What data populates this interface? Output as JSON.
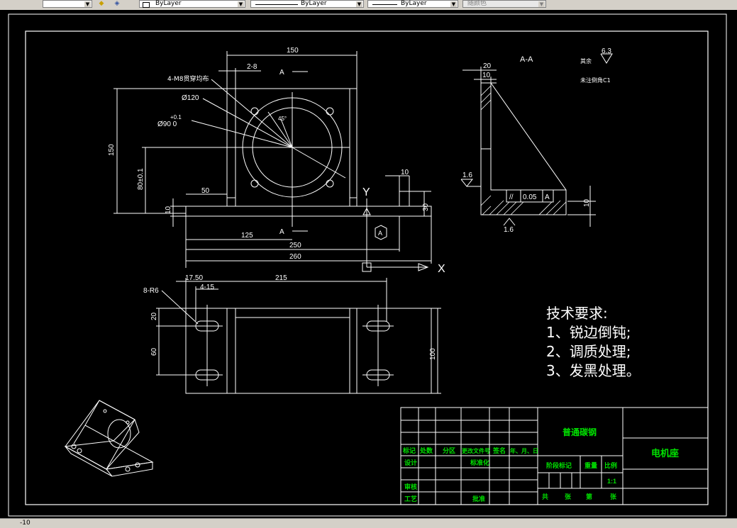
{
  "toolbar": {
    "arrow_glyph": "▼",
    "color_layer": "ByLayer",
    "linetype": "ByLayer",
    "lineweight": "ByLayer",
    "plot_style": "随颜色"
  },
  "drawing": {
    "front_view": {
      "dim_width": "150",
      "dim_offset": "2-8",
      "section_mark": "A",
      "hole_note": "4-M8贯穿均布",
      "dim_bolt_circle": "Ø120",
      "dim_bore_tol": "+0.1",
      "dim_bore": "Ø90 0",
      "dim_angle": "45°",
      "dim_height": "150",
      "dim_center_height": "80±0.1",
      "dim_base_len": "50",
      "dim_base_thk": "10",
      "dim_125": "125",
      "dim_250": "250",
      "dim_260": "260",
      "dim_10_right": "10",
      "dim_30": "30",
      "axis_y": "Y",
      "axis_x": "X",
      "datum": "A"
    },
    "section_view": {
      "title": "A-A",
      "dim_20": "20",
      "dim_10": "10",
      "roughness_note": "其余",
      "roughness_value": "6.3",
      "chamfer_note": "未注倒角C1",
      "roughness_16_a": "1.6",
      "roughness_16_b": "1.6",
      "parallel_sym": "//",
      "tolerance": "0.05",
      "datum_ref": "A",
      "dim_10_base": "10"
    },
    "top_view": {
      "slot_note": "8-R6",
      "dim_1750": "17.50",
      "dim_415": "4-15",
      "dim_215": "215",
      "dim_20": "20",
      "dim_60": "60",
      "dim_100": "100"
    },
    "tech_requirements": {
      "title": "技术要求:",
      "items": [
        "1、锐边倒钝;",
        "2、调质处理;",
        "3、发黑处理。"
      ]
    },
    "title_block": {
      "material": "普通碳钢",
      "part_name": "电机座",
      "h1": "标记",
      "h2": "处数",
      "h3": "分区",
      "h4": "更改文件号",
      "h5": "签名",
      "h6": "年、月、日",
      "design": "设计",
      "standard": "标准化",
      "review": "审核",
      "process": "工艺",
      "approve": "批准",
      "stage": "阶段标记",
      "weight": "重量",
      "scale_label": "比例",
      "scale": "1:1",
      "total": "共",
      "sheets": "张",
      "page": "第",
      "sheet": "张"
    }
  },
  "status": {
    "coord": "-10"
  }
}
